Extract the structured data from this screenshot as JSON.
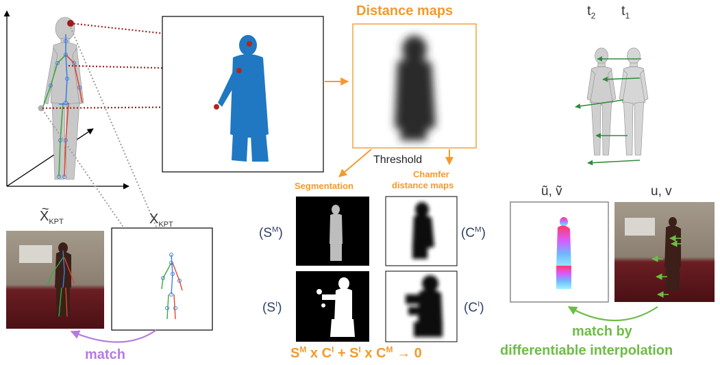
{
  "distance_maps": "Distance maps",
  "threshold": "Threshold",
  "segmentation": "Segmentation",
  "chamfer_line1": "Chamfer",
  "chamfer_line2": "distance maps",
  "t2": "t",
  "t2_sub": "2",
  "t1": "t",
  "t1_sub": "1",
  "x_kpt_tilde_base": "X",
  "x_kpt_tilde_sub": "KPT",
  "x_kpt_base": "X",
  "x_kpt_sub": "KPT",
  "uv_tilde": "ũ, ṽ",
  "uv": "u, v",
  "sm_base": "(S",
  "sm_sup": "M",
  "si_base": "(S",
  "si_sup": "I",
  "cm_base": "(C",
  "cm_sup": "M",
  "ci_base": "(C",
  "ci_sup": "I",
  "close_paren": ")",
  "match_purple": "match",
  "match_green_line1": "match by",
  "match_green_line2": "differentiable interpolation",
  "formula_a": "S",
  "formula_a_sup": "M",
  "formula_b": " x C",
  "formula_b_sup": "I",
  "formula_c": " + S",
  "formula_c_sup": "I",
  "formula_d": " x C",
  "formula_d_sup": "M",
  "formula_e": " → 0",
  "colors": {
    "orange": "#f39a2b",
    "green": "#6cbd45",
    "purple": "#b47be0",
    "blue_silhouette": "#1f78c1",
    "dark_red": "#9b1b1b",
    "navy": "#2e3f66"
  }
}
